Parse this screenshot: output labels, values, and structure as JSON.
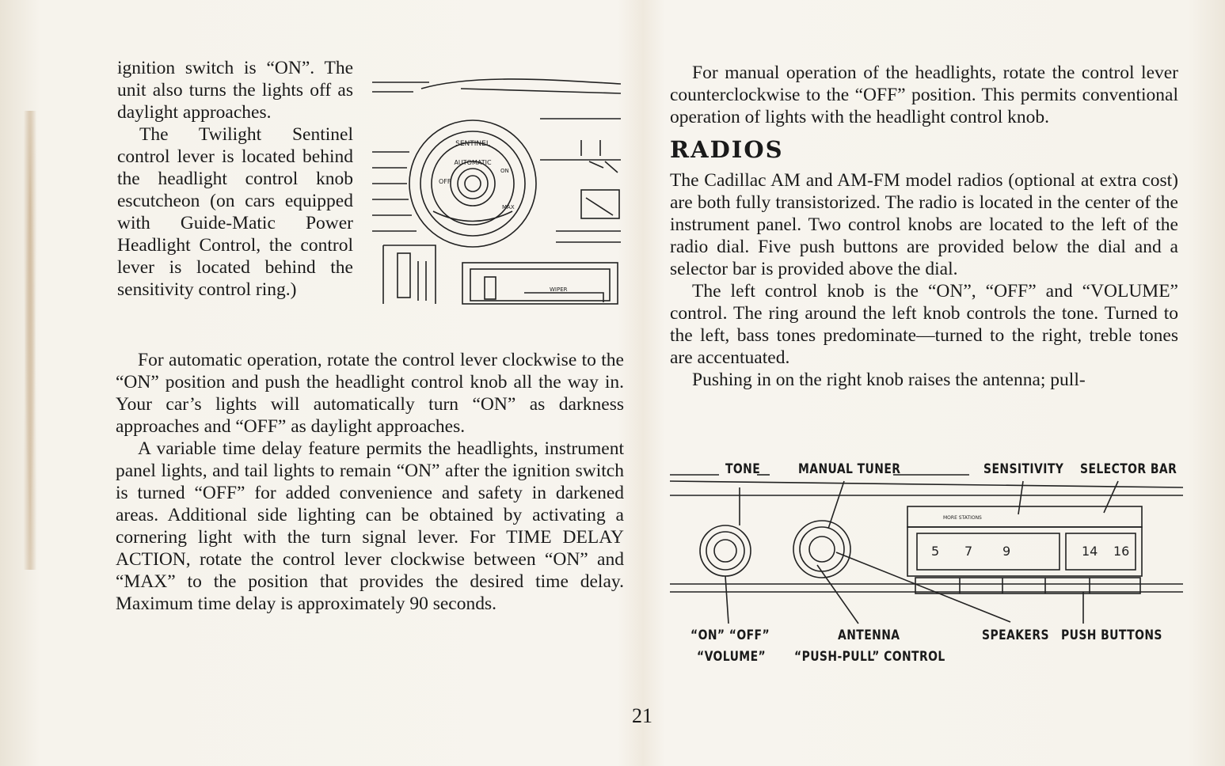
{
  "left_column": {
    "p1": "ignition switch is “ON”. The unit also turns the lights off as daylight approaches.",
    "p2": "The Twilight Sentinel control lever is located behind the headlight control knob escutcheon (on cars equipped with Guide-Matic Power Headlight Control, the control lever is located behind the sensitivity control ring.)",
    "p3": "For automatic operation, rotate the control lever clockwise to the “ON” position and push the headlight control knob all the way in. Your car’s lights will automatically turn “ON” as darkness approaches and “OFF” as daylight approaches.",
    "p4": "A variable time delay feature permits the headlights, instrument panel lights, and tail lights to remain “ON” after the ignition switch is turned “OFF” for added convenience and safety in darkened areas. Additional side lighting can be obtained by activating a cornering light with the turn signal lever. For TIME DELAY ACTION, rotate the control lever clockwise between “ON” and “MAX” to the position that provides the desired time delay. Maximum time delay is approximately 90 seconds."
  },
  "right_column": {
    "p1": "For manual operation of the headlights, rotate the control lever counterclockwise to the “OFF” position. This permits conventional operation of lights with the headlight control knob.",
    "heading": "RADIOS",
    "p2": "The Cadillac AM and AM-FM model radios (optional at extra cost) are both fully transistorized. The radio is located in the center of the instrument panel. Two control knobs are located to the left of the radio dial. Five push buttons are provided below the dial and a selector bar is provided above the dial.",
    "p3": "The left control knob is the “ON”, “OFF” and “VOLUME” control. The ring around the left knob controls the tone. Turned to the left, bass tones predominate—turned to the right, treble tones are accentuated.",
    "p4": "Pushing in on the right knob raises the antenna; pull-"
  },
  "dash_illustration": {
    "dial_text": "SENTINEL",
    "dial_sub": "AUTOMATIC",
    "off_label": "OFF",
    "on_label": "ON",
    "max_label": "MAX",
    "wiper_label": "WIPER"
  },
  "radio_illustration": {
    "labels": {
      "tone": "TONE",
      "manual_tuner": "MANUAL TUNER",
      "sensitivity": "SENSITIVITY",
      "selector_bar": "SELECTOR BAR",
      "on_off": "“ON” “OFF”",
      "volume": "“VOLUME”",
      "antenna": "ANTENNA",
      "push_pull": "“PUSH-PULL” CONTROL",
      "speakers": "SPEAKERS",
      "push_buttons": "PUSH BUTTONS"
    },
    "dial_numbers": [
      "5",
      "7",
      "9",
      "14",
      "16"
    ],
    "more_stations": "MORE STATIONS"
  },
  "page_number": "21"
}
